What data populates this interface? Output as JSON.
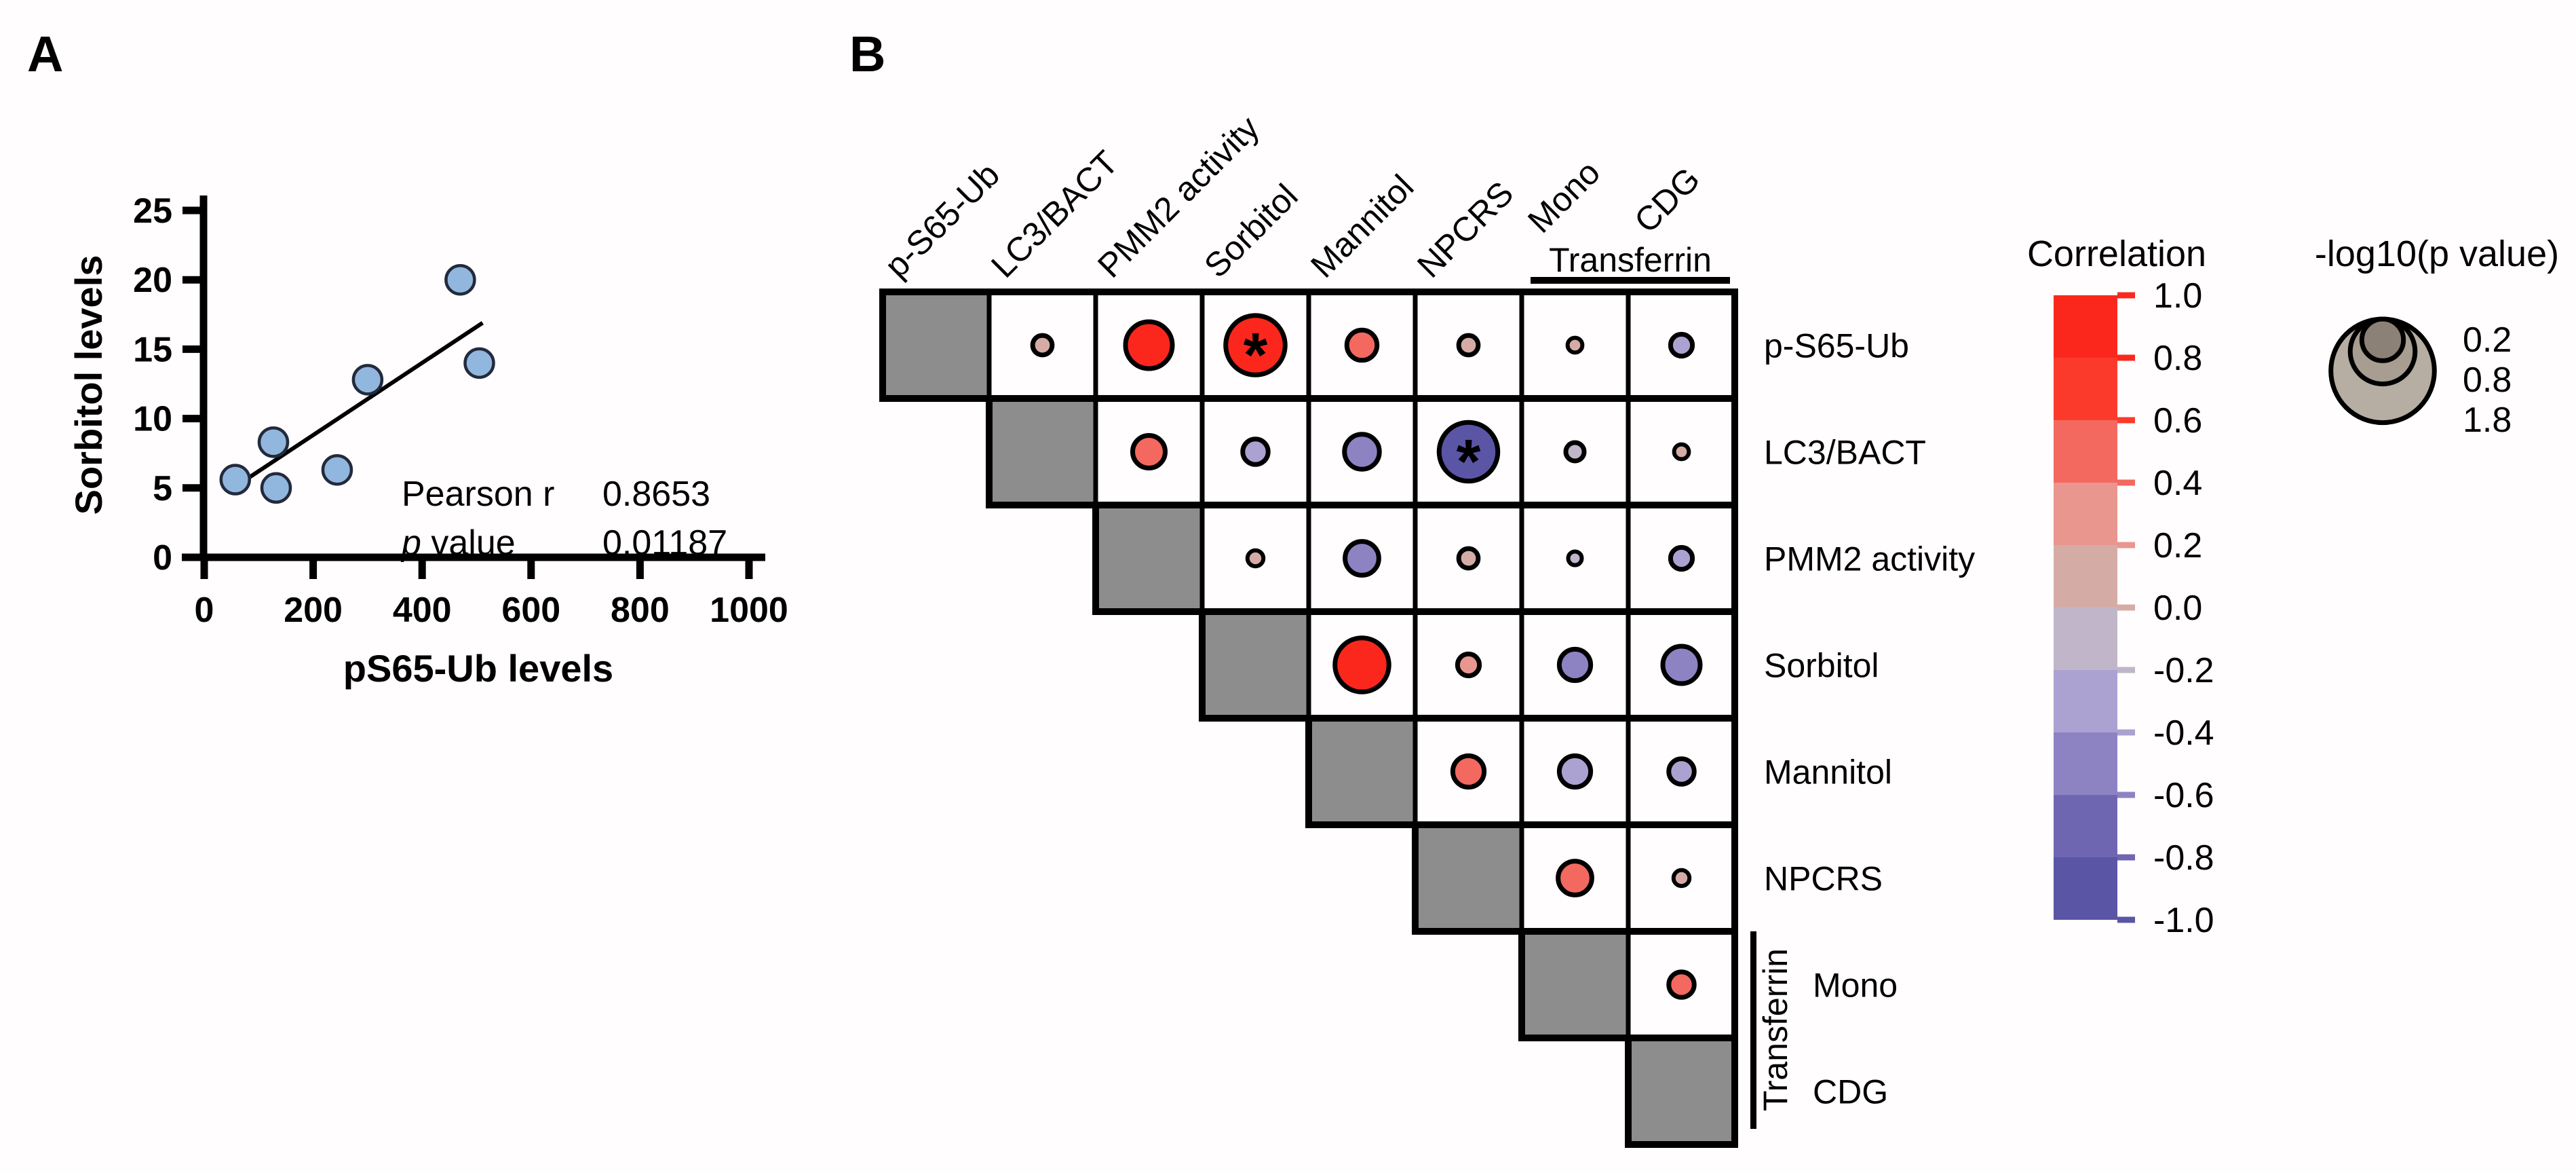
{
  "panel_a": {
    "label": "A",
    "x_axis": {
      "title": "pS65-Ub levels",
      "ticks": [
        0,
        200,
        400,
        600,
        800,
        1000
      ],
      "range": [
        0,
        1000
      ]
    },
    "y_axis": {
      "title": "Sorbitol levels",
      "ticks": [
        0,
        5,
        10,
        15,
        20,
        25
      ],
      "range": [
        0,
        25
      ]
    },
    "stats": {
      "pearson_label": "Pearson r",
      "pearson_value": "0.8653",
      "p_label_italic": "p",
      "p_label_rest": " value",
      "p_value": "0.01187"
    },
    "point_color": "#92b7de",
    "point_stroke": "#232a3c"
  },
  "panel_b": {
    "label": "B",
    "variables": [
      "p-S65-Ub",
      "LC3/BACT",
      "PMM2 activity",
      "Sorbitol",
      "Mannitol",
      "NPCRS",
      "Mono",
      "CDG"
    ],
    "transferrin_label": "Transferrin",
    "significance_marker": "*",
    "diagonal_color": "#8d8d8d",
    "palette": [
      "#fb271d",
      "#fb3a2c",
      "#f3695f",
      "#e9968e",
      "#d5aca5",
      "#c1b6c9",
      "#aba2d1",
      "#8d83c3",
      "#6f66b1",
      "#5b55a6"
    ],
    "legend_correlation": {
      "title": "Correlation",
      "ticks": [
        "1.0",
        "0.8",
        "0.6",
        "0.4",
        "0.2",
        "0.0",
        "-0.2",
        "-0.4",
        "-0.6",
        "-0.8",
        "-1.0"
      ]
    },
    "legend_size": {
      "title": "-log10(p value)",
      "values": [
        "0.2",
        "0.8",
        "1.8"
      ],
      "circle_colors": [
        "#8b8176",
        "#a79d90",
        "#b6aea2"
      ]
    }
  },
  "chart_data": [
    {
      "type": "scatter",
      "title": "",
      "xlabel": "pS65-Ub levels",
      "ylabel": "Sorbitol levels",
      "xlim": [
        0,
        1000
      ],
      "ylim": [
        0,
        25
      ],
      "points": [
        [
          57,
          5.6
        ],
        [
          127,
          8.3
        ],
        [
          132,
          5.0
        ],
        [
          244,
          6.3
        ],
        [
          300,
          12.8
        ],
        [
          470,
          20
        ],
        [
          505,
          14
        ]
      ],
      "fit_line": {
        "x1": 42,
        "y1": 4.7,
        "x2": 511,
        "y2": 16.9
      },
      "pearson_r": 0.8653,
      "p_value": 0.01187,
      "grid": false
    },
    {
      "type": "heatmap",
      "subtype": "correlation-matrix-upper-triangle",
      "variables": [
        "p-S65-Ub",
        "LC3/BACT",
        "PMM2 activity",
        "Sorbitol",
        "Mannitol",
        "NPCRS",
        "Mono",
        "CDG"
      ],
      "legend": {
        "color": "correlation -1 to 1",
        "size": "-log10(p value)",
        "legend_position": "right"
      },
      "cells": [
        {
          "row": 0,
          "col": 1,
          "r": 0.1,
          "neglog10p": 0.25,
          "star": false
        },
        {
          "row": 0,
          "col": 2,
          "r": 0.9,
          "neglog10p": 1.4,
          "star": false
        },
        {
          "row": 0,
          "col": 3,
          "r": 0.87,
          "neglog10p": 1.93,
          "star": true
        },
        {
          "row": 0,
          "col": 4,
          "r": 0.5,
          "neglog10p": 0.7,
          "star": false
        },
        {
          "row": 0,
          "col": 5,
          "r": 0.15,
          "neglog10p": 0.25,
          "star": false
        },
        {
          "row": 0,
          "col": 6,
          "r": 0.1,
          "neglog10p": 0.05,
          "star": false
        },
        {
          "row": 0,
          "col": 7,
          "r": -0.3,
          "neglog10p": 0.35,
          "star": false
        },
        {
          "row": 1,
          "col": 2,
          "r": 0.5,
          "neglog10p": 0.8,
          "star": false
        },
        {
          "row": 1,
          "col": 3,
          "r": -0.3,
          "neglog10p": 0.5,
          "star": false
        },
        {
          "row": 1,
          "col": 4,
          "r": -0.45,
          "neglog10p": 0.9,
          "star": false
        },
        {
          "row": 1,
          "col": 5,
          "r": -0.85,
          "neglog10p": 1.9,
          "star": true
        },
        {
          "row": 1,
          "col": 6,
          "r": -0.1,
          "neglog10p": 0.2,
          "star": false
        },
        {
          "row": 1,
          "col": 7,
          "r": 0.05,
          "neglog10p": 0.05,
          "star": false
        },
        {
          "row": 2,
          "col": 3,
          "r": 0.1,
          "neglog10p": 0.1,
          "star": false
        },
        {
          "row": 2,
          "col": 4,
          "r": -0.45,
          "neglog10p": 0.85,
          "star": false
        },
        {
          "row": 2,
          "col": 5,
          "r": 0.1,
          "neglog10p": 0.25,
          "star": false
        },
        {
          "row": 2,
          "col": 6,
          "r": -0.1,
          "neglog10p": 0.0,
          "star": false
        },
        {
          "row": 2,
          "col": 7,
          "r": -0.25,
          "neglog10p": 0.35,
          "star": false
        },
        {
          "row": 3,
          "col": 4,
          "r": 0.9,
          "neglog10p": 1.7,
          "star": false
        },
        {
          "row": 3,
          "col": 5,
          "r": 0.3,
          "neglog10p": 0.35,
          "star": false
        },
        {
          "row": 3,
          "col": 6,
          "r": -0.45,
          "neglog10p": 0.75,
          "star": false
        },
        {
          "row": 3,
          "col": 7,
          "r": -0.45,
          "neglog10p": 1.0,
          "star": false
        },
        {
          "row": 4,
          "col": 5,
          "r": 0.5,
          "neglog10p": 0.75,
          "star": false
        },
        {
          "row": 4,
          "col": 6,
          "r": -0.3,
          "neglog10p": 0.75,
          "star": false
        },
        {
          "row": 4,
          "col": 7,
          "r": -0.3,
          "neglog10p": 0.5,
          "star": false
        },
        {
          "row": 5,
          "col": 6,
          "r": 0.5,
          "neglog10p": 0.85,
          "star": false
        },
        {
          "row": 5,
          "col": 7,
          "r": 0.15,
          "neglog10p": 0.1,
          "star": false
        },
        {
          "row": 6,
          "col": 7,
          "r": 0.45,
          "neglog10p": 0.5,
          "star": false
        }
      ]
    }
  ]
}
